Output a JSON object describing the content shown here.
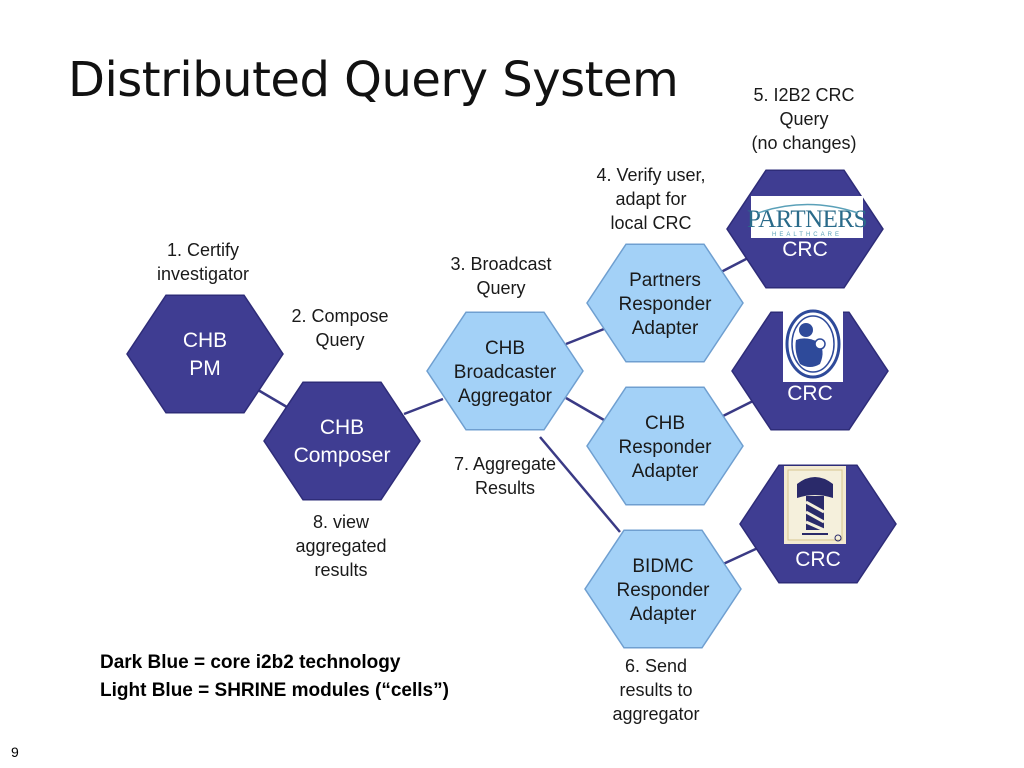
{
  "slide": {
    "title": "Distributed Query System",
    "page_number": "9"
  },
  "colors": {
    "dark_blue": "#3f3d92",
    "light_blue": "#a3d1f7",
    "connector": "#3a3a85"
  },
  "nodes": {
    "chb_pm": {
      "lines": [
        "CHB",
        "PM"
      ],
      "type": "dark"
    },
    "chb_composer": {
      "lines": [
        "CHB",
        "Composer"
      ],
      "type": "dark"
    },
    "chb_broadcaster": {
      "lines": [
        "CHB",
        "Broadcaster",
        "Aggregator"
      ],
      "type": "light"
    },
    "partners_adapter": {
      "lines": [
        "Partners",
        "Responder",
        "Adapter"
      ],
      "type": "light"
    },
    "chb_adapter": {
      "lines": [
        "CHB",
        "Responder",
        "Adapter"
      ],
      "type": "light"
    },
    "bidmc_adapter": {
      "lines": [
        "BIDMC",
        "Responder",
        "Adapter"
      ],
      "type": "light"
    },
    "crc_partners": {
      "lines": [
        "CRC"
      ],
      "type": "dark",
      "logo": "partners-healthcare-logo",
      "logo_text": "PARTNERS",
      "logo_subtext": "HEALTHCARE"
    },
    "crc_chb": {
      "lines": [
        "CRC"
      ],
      "type": "dark",
      "logo": "childrens-hospital-logo"
    },
    "crc_bidmc": {
      "lines": [
        "CRC"
      ],
      "type": "dark",
      "logo": "bidmc-logo"
    }
  },
  "steps": {
    "s1": [
      "1. Certify",
      "investigator"
    ],
    "s2": [
      "2. Compose",
      "Query"
    ],
    "s3": [
      "3. Broadcast",
      "Query"
    ],
    "s4": [
      "4. Verify user,",
      "adapt for",
      "local CRC"
    ],
    "s5": [
      "5. I2B2 CRC",
      "Query",
      "(no changes)"
    ],
    "s6": [
      "6. Send",
      "results to",
      "aggregator"
    ],
    "s7": [
      "7. Aggregate",
      "Results"
    ],
    "s8": [
      "8. view",
      "aggregated",
      "results"
    ]
  },
  "legend": {
    "dark": "Dark Blue = core i2b2 technology",
    "light": "Light Blue = SHRINE modules (“cells”)"
  }
}
